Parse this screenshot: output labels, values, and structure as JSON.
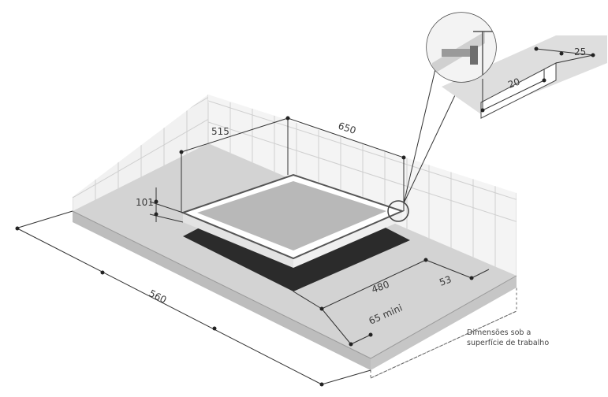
{
  "diagram": {
    "dimensions": {
      "width_overall": "560",
      "depth_top": "515",
      "length_top": "650",
      "height": "101",
      "cutout_depth": "480",
      "cutout_edge": "53",
      "min_front": "65 mini",
      "detail_vertical": "20",
      "detail_horizontal": "25"
    },
    "note_line1": "Dimensões sob a",
    "note_line2": "superfície de trabalho"
  }
}
